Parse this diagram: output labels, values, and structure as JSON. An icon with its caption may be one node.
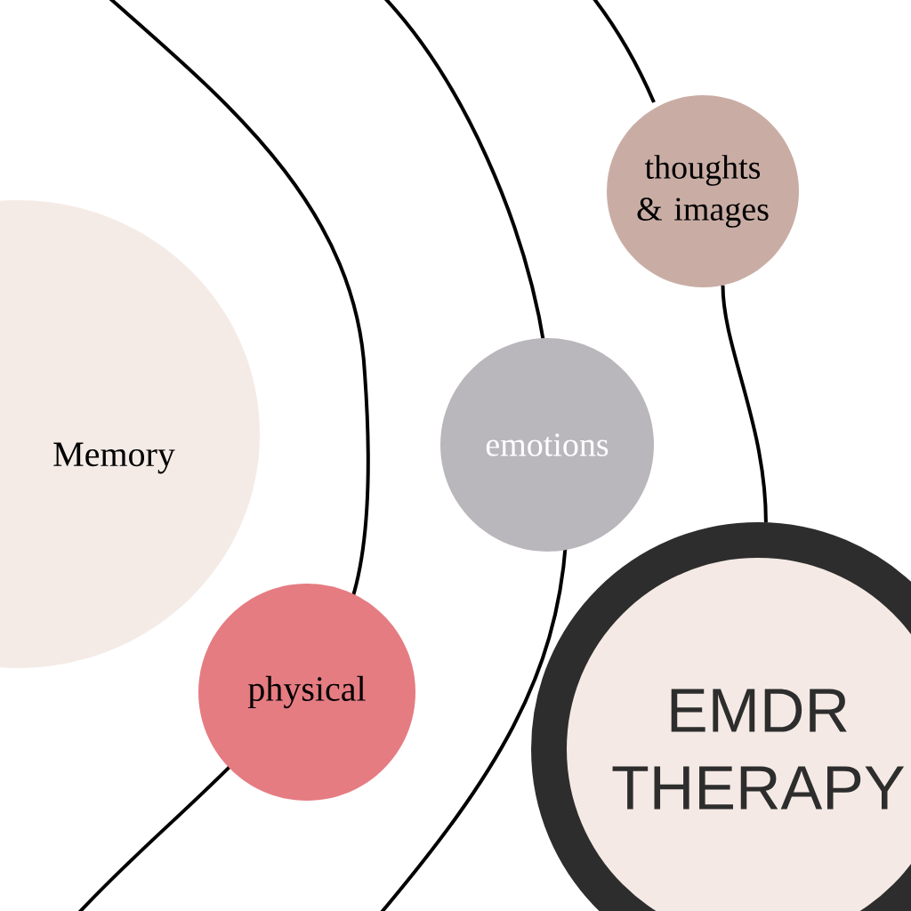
{
  "diagram": {
    "nodes": [
      {
        "text": [
          "Memory"
        ]
      },
      {
        "text": [
          "physical"
        ]
      },
      {
        "text": [
          "emotions"
        ]
      },
      {
        "text": [
          "thoughts & images"
        ]
      },
      {
        "text": [
          "EMDR THERAPY"
        ]
      }
    ],
    "edges": [
      {
        "from": 3,
        "to": 4,
        "arrow": "none"
      }
    ]
  }
}
